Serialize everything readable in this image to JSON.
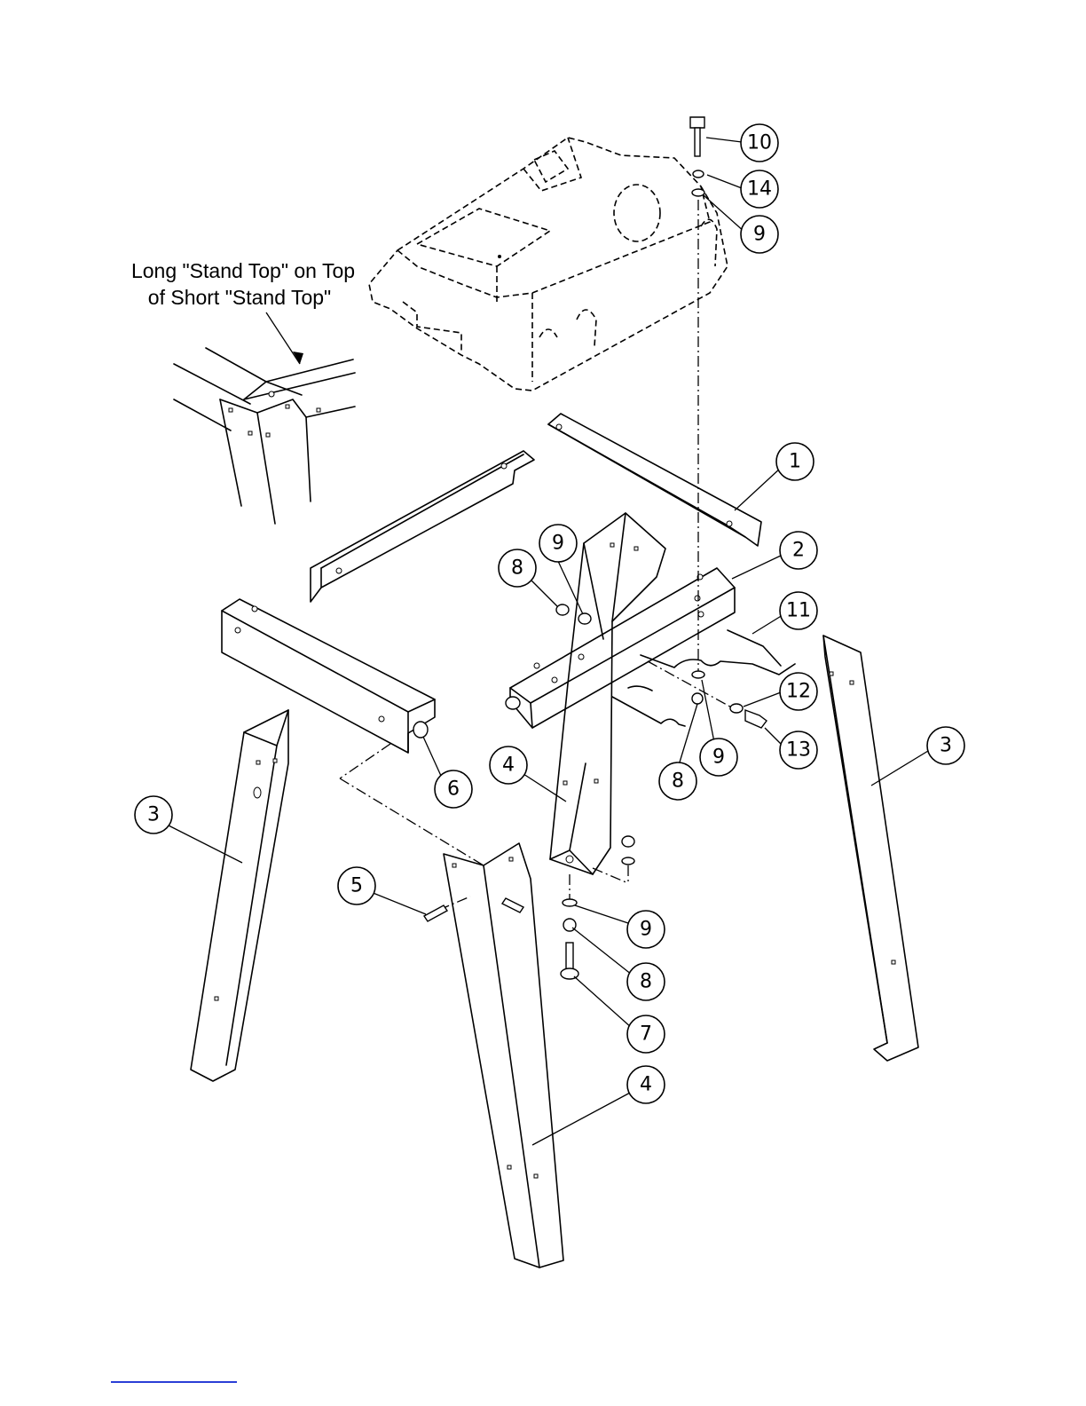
{
  "note": {
    "line1": "Long \"Stand Top\" on Top",
    "line2": "of Short \"Stand Top\""
  },
  "callouts": [
    {
      "id": "callout-10-top",
      "label": "10"
    },
    {
      "id": "callout-14-top",
      "label": "14"
    },
    {
      "id": "callout-9-top",
      "label": "9"
    },
    {
      "id": "callout-1",
      "label": "1"
    },
    {
      "id": "callout-2",
      "label": "2"
    },
    {
      "id": "callout-11",
      "label": "11"
    },
    {
      "id": "callout-9-left",
      "label": "9"
    },
    {
      "id": "callout-8-left",
      "label": "8"
    },
    {
      "id": "callout-12",
      "label": "12"
    },
    {
      "id": "callout-13",
      "label": "13"
    },
    {
      "id": "callout-9-mid",
      "label": "9"
    },
    {
      "id": "callout-8-mid",
      "label": "8"
    },
    {
      "id": "callout-3-right",
      "label": "3"
    },
    {
      "id": "callout-6",
      "label": "6"
    },
    {
      "id": "callout-4-center",
      "label": "4"
    },
    {
      "id": "callout-3-left",
      "label": "3"
    },
    {
      "id": "callout-5",
      "label": "5"
    },
    {
      "id": "callout-9-bottom",
      "label": "9"
    },
    {
      "id": "callout-8-bottom",
      "label": "8"
    },
    {
      "id": "callout-7",
      "label": "7"
    },
    {
      "id": "callout-4-front",
      "label": "4"
    }
  ],
  "colors": {
    "line": "#000000",
    "background": "#ffffff",
    "footer_link": "#2b3fd6"
  }
}
